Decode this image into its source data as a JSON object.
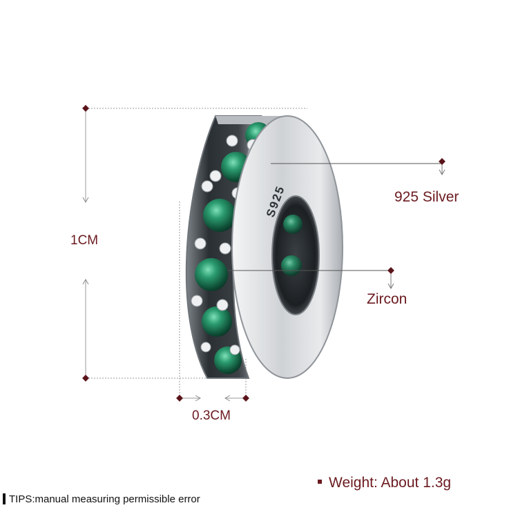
{
  "dimensions": {
    "height_label": "1CM",
    "width_label": "0.3CM"
  },
  "callouts": {
    "material_label": "925 Silver",
    "stone_label": "Zircon"
  },
  "engraving": "S925",
  "specs": {
    "weight_label": "Weight: About 1.3g"
  },
  "footer": {
    "tips_label": "TIPS:manual measuring permissible error"
  },
  "colors": {
    "label_text": "#6b1a1f",
    "guide_line": "#9a9a9a",
    "marker": "#5a141a",
    "stone": "#1f7a56",
    "silver": "#d9dcdf",
    "tips_text": "#111111"
  }
}
